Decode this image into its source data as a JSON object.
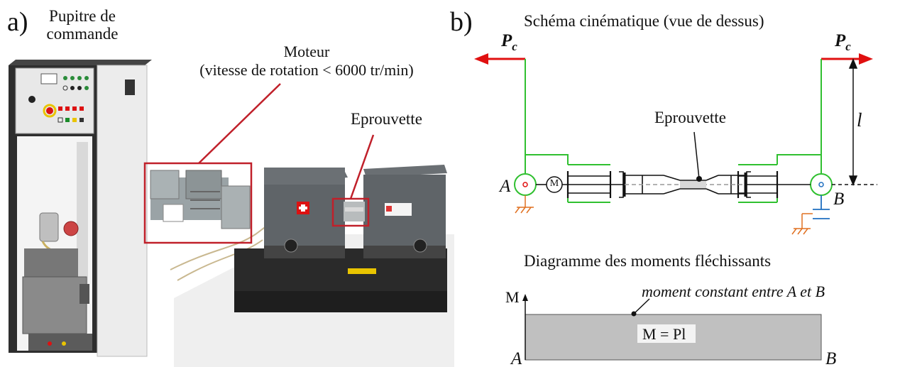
{
  "panel_a": {
    "label": "a)",
    "cabinet_label_line1": "Pupitre de",
    "cabinet_label_line2": "commande",
    "motor_label_line1": "Moteur",
    "motor_label_line2": "(vitesse de rotation < 6000 tr/min)",
    "specimen_label": "Eprouvette"
  },
  "panel_b": {
    "label": "b)",
    "schema_title": "Schéma cinématique (vue de dessus)",
    "force_symbol": "P",
    "force_subscript": "c",
    "length_symbol": "l",
    "specimen_label": "Eprouvette",
    "support_a": "A",
    "support_b": "B",
    "motor_symbol": "M"
  },
  "moment_diagram": {
    "title": "Diagramme des moments fléchissants",
    "axis_label": "M",
    "note": "moment constant entre A et B",
    "value_label": "M = Pl",
    "x_start": "A",
    "x_end": "B"
  },
  "colors": {
    "force_arrow": "#e01010",
    "mechanism": "#30c030",
    "support_hatch": "#e07020",
    "bearing": "#1f6fc0",
    "callout": "#c0202a",
    "moment_fill": "#c0c0c0"
  }
}
